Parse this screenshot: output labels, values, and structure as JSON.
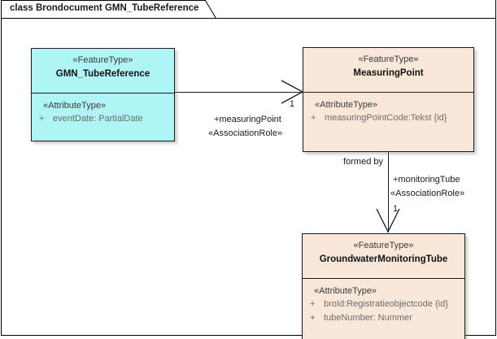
{
  "diagram": {
    "title": "class Brondocument GMN_TubeReference",
    "background_color": "#ffffff",
    "border_color": "#000000"
  },
  "classes": [
    {
      "id": "gmn-tube-reference",
      "stereotype": "«FeatureType»",
      "name": "GMN_TubeReference",
      "fill_color": "#aff5f5",
      "compartment_stereotype": "«AttributeType»",
      "attributes": [
        {
          "visibility": "+",
          "signature": "eventDate: PartialDate"
        }
      ]
    },
    {
      "id": "measuring-point",
      "stereotype": "«FeatureType»",
      "name": "MeasuringPoint",
      "fill_color": "#f9e7da",
      "compartment_stereotype": "«AttributeType»",
      "attributes": [
        {
          "visibility": "+",
          "signature": "measuringPointCode:Tekst {id}"
        }
      ]
    },
    {
      "id": "groundwater-monitoring-tube",
      "stereotype": "«FeatureType»",
      "name": "GroundwaterMonitoringTube",
      "fill_color": "#f9e7da",
      "compartment_stereotype": "«AttributeType»",
      "attributes": [
        {
          "visibility": "+",
          "signature": "broId:Registratieobjectcode {id}"
        },
        {
          "visibility": "+",
          "signature": "tubeNumber: Nummer"
        }
      ]
    }
  ],
  "associations": [
    {
      "id": "assoc-measuring-point",
      "from": "gmn-tube-reference",
      "to": "measuring-point",
      "multiplicity": "1",
      "role": "+measuringPoint",
      "role_stereotype": "«AssociationRole»"
    },
    {
      "id": "assoc-monitoring-tube",
      "from": "measuring-point",
      "to": "groundwater-monitoring-tube",
      "name": "formed by",
      "multiplicity": "1",
      "role": "+monitoringTube",
      "role_stereotype": "«AssociationRole»"
    }
  ]
}
